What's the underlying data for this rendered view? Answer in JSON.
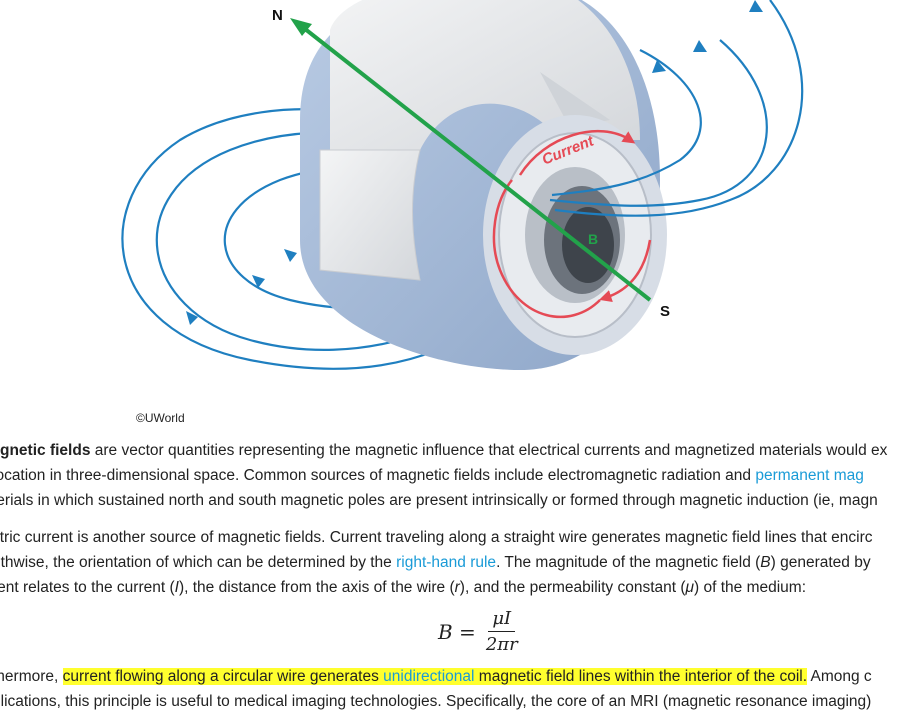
{
  "figure": {
    "label_n": "N",
    "label_s": "S",
    "label_b": "B",
    "label_current": "Current",
    "credit": "©UWorld",
    "colors": {
      "field": "#1f7fc0",
      "axis": "#22a24a",
      "current": "#e54a55",
      "coil": "#9fb6d6",
      "shell": "#e9eaec"
    }
  },
  "p1": {
    "bold": "gnetic fields",
    "l1": " are vector quantities representing the magnetic influence that electrical currents and magnetized materials would ex",
    "l2a": " location in three-dimensional space.  Common sources of magnetic fields include electromagnetic radiation and ",
    "l2link": "permanent mag",
    "l3": "terials in which sustained north and south magnetic poles are present intrinsically or formed through magnetic induction (ie, magn"
  },
  "p2": {
    "l1": "ctric current is another source of magnetic fields.  Current traveling along a straight wire generates magnetic field lines that encirc",
    "l2a": "gthwise, the orientation of which can be determined by the ",
    "l2link": "right-hand rule",
    "l2b": ".  The magnitude of the magnetic field (",
    "l2v": "B",
    "l2c": ") generated by",
    "l3a": "rent relates to the current (",
    "l3v1": "I",
    "l3b": "), the distance from the axis of the wire (",
    "l3v2": "r",
    "l3c": "), and the permeability constant (",
    "l3v3": "μ",
    "l3d": ") of the medium:"
  },
  "formula": {
    "lhs": "B =",
    "num": "μI",
    "den": "2πr"
  },
  "p3": {
    "l1a": "thermore, ",
    "l1h1": "current flowing along a circular wire generates ",
    "l1link": "unidirectional",
    "l1h2": " magnetic field lines within the interior of the coil.",
    "l1b": "  Among c",
    "l2": "plications, this principle is useful to medical imaging technologies.  Specifically, the core of an MRI (magnetic resonance imaging)"
  }
}
